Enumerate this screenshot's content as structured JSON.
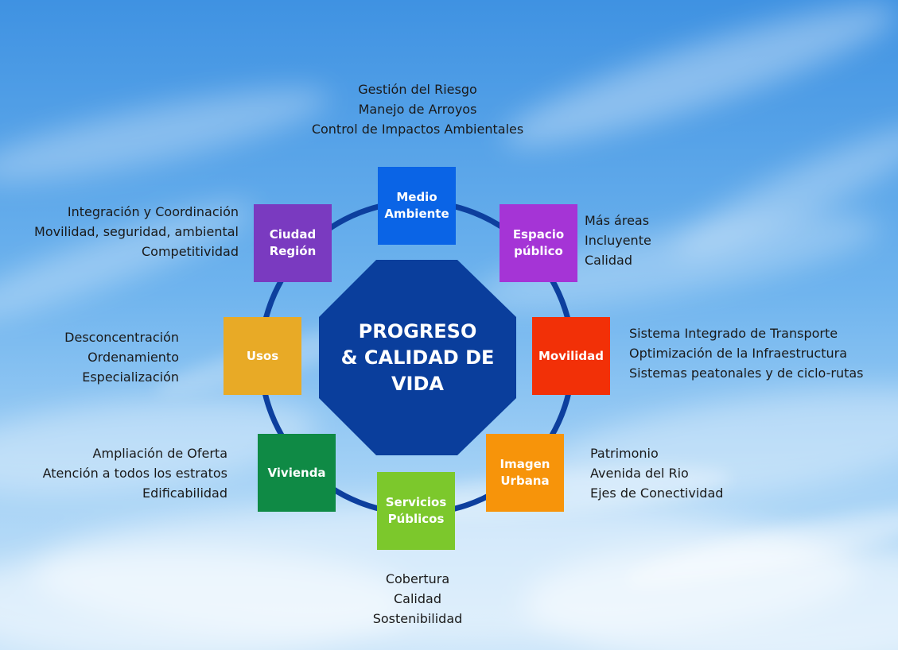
{
  "center": {
    "title": "PROGRESO\n& CALIDAD DE\nVIDA"
  },
  "colors": {
    "ring": "#0d3f9e",
    "octagon": "#0a3e9c",
    "medio_ambiente": "#0a64e6",
    "espacio_publico": "#a534d6",
    "movilidad": "#f23007",
    "imagen_urbana": "#f7940a",
    "servicios_publicos": "#7cc82c",
    "vivienda": "#0f8a45",
    "usos": "#e8aa26",
    "ciudad_region": "#7a3ac0"
  },
  "nodes": {
    "medio_ambiente": {
      "label": "Medio\nAmbiente",
      "items": [
        "Gestión del Riesgo",
        "Manejo de Arroyos",
        "Control de Impactos Ambientales"
      ]
    },
    "espacio_publico": {
      "label": "Espacio\npúblico",
      "items": [
        "Más áreas",
        "Incluyente",
        "Calidad"
      ]
    },
    "movilidad": {
      "label": "Movilidad",
      "items": [
        "Sistema Integrado de Transporte",
        "Optimización de la Infraestructura",
        "Sistemas peatonales y de ciclo-rutas"
      ]
    },
    "imagen_urbana": {
      "label": "Imagen\nUrbana",
      "items": [
        "Patrimonio",
        "Avenida del Rio",
        "Ejes de Conectividad"
      ]
    },
    "servicios_publicos": {
      "label": "Servicios\nPúblicos",
      "items": [
        "Cobertura",
        "Calidad",
        "Sostenibilidad"
      ]
    },
    "vivienda": {
      "label": "Vivienda",
      "items": [
        "Ampliación de Oferta",
        "Atención a todos los estratos",
        "Edificabilidad"
      ]
    },
    "usos": {
      "label": "Usos",
      "items": [
        "Desconcentración",
        "Ordenamiento",
        "Especialización"
      ]
    },
    "ciudad_region": {
      "label": "Ciudad\nRegión",
      "items": [
        "Integración y Coordinación",
        "Movilidad, seguridad, ambiental",
        "Competitividad"
      ]
    }
  }
}
